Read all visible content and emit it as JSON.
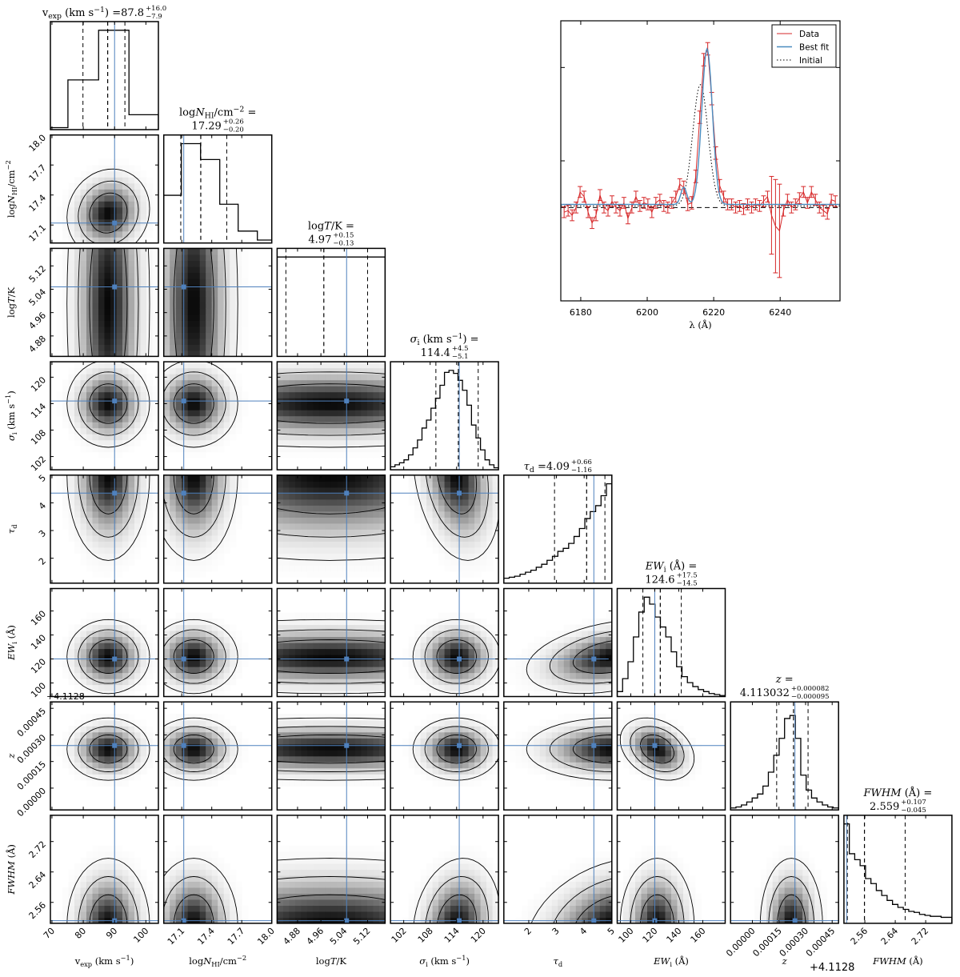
{
  "chart_data": {
    "type": "corner",
    "offset_label": "+4.1128",
    "parameters": [
      {
        "key": "v_exp",
        "label": [
          [
            "v",
            ""
          ],
          [
            "exp",
            "sub"
          ],
          [
            " (km s",
            ""
          ],
          [
            "−1",
            "sup"
          ],
          [
            ")",
            ""
          ]
        ],
        "range": [
          69.5,
          104
        ],
        "ticks": [
          70,
          80,
          90,
          100
        ],
        "tick_labels": [
          "70",
          "80",
          "90",
          "100"
        ],
        "truth": 90,
        "title": {
          "value": "87.8",
          "plus": "+16.0",
          "minus": "−7.9",
          "two_line": false
        },
        "quantiles": [
          79.9,
          87.8,
          93.3
        ],
        "hist": {
          "edges": [
            69.5,
            75.1,
            84.9,
            94.6,
            104
          ],
          "counts": [
            0.02,
            0.5,
            1.0,
            0.15
          ]
        },
        "density": {
          "mean": 88,
          "sd": 6
        }
      },
      {
        "key": "logN_HI",
        "label": [
          [
            "log",
            ""
          ],
          [
            "N",
            "i"
          ],
          [
            "HI",
            "sub"
          ],
          [
            "/cm",
            ""
          ],
          [
            "−2",
            "sup"
          ]
        ],
        "range": [
          16.92,
          18.0
        ],
        "ticks": [
          17.1,
          17.4,
          17.7,
          18.0
        ],
        "tick_labels": [
          "17.1",
          "17.4",
          "17.7",
          "18.0"
        ],
        "truth": 17.12,
        "title": {
          "value": "17.29",
          "plus": "+0.26",
          "minus": "−0.20",
          "two_line": true
        },
        "quantiles": [
          17.09,
          17.29,
          17.55
        ],
        "hist": {
          "edges": [
            16.92,
            17.096,
            17.288,
            17.48,
            17.664,
            17.856,
            18.0
          ],
          "counts": [
            0.48,
            1.0,
            0.84,
            0.39,
            0.12,
            0.03
          ]
        },
        "density": {
          "mean": 17.22,
          "sd": 0.2
        }
      },
      {
        "key": "logT",
        "label": [
          [
            "log",
            ""
          ],
          [
            "T",
            "i"
          ],
          [
            "/K",
            ""
          ]
        ],
        "range": [
          4.81,
          5.18
        ],
        "ticks": [
          4.88,
          4.96,
          5.04,
          5.12
        ],
        "tick_labels": [
          "4.88",
          "4.96",
          "5.04",
          "5.12"
        ],
        "truth": 5.048,
        "title": {
          "value": "4.97",
          "plus": "+0.15",
          "minus": "−0.13",
          "two_line": true
        },
        "quantiles": [
          4.84,
          4.97,
          5.12
        ],
        "hist": {
          "edges": [
            4.81,
            5.18
          ],
          "counts": [
            1.0
          ]
        },
        "density": {
          "mean": 4.99,
          "sd": 0.35
        }
      },
      {
        "key": "sigma_i",
        "label": [
          [
            "σ",
            "i"
          ],
          [
            "i",
            "sub"
          ],
          [
            " (km s",
            ""
          ],
          [
            "−1",
            "sup"
          ],
          [
            ")",
            ""
          ]
        ],
        "range": [
          99,
          123.5
        ],
        "ticks": [
          102,
          108,
          114,
          120
        ],
        "tick_labels": [
          "102",
          "108",
          "114",
          "120"
        ],
        "truth": 114.6,
        "title": {
          "value": "114.4",
          "plus": "+4.5",
          "minus": "−5.1",
          "two_line": true
        },
        "quantiles": [
          109.3,
          114.4,
          118.9
        ],
        "hist": {
          "counts": [
            0.03,
            0.05,
            0.07,
            0.1,
            0.15,
            0.22,
            0.3,
            0.42,
            0.5,
            0.62,
            0.72,
            0.85,
            0.98,
            1.0,
            0.97,
            0.9,
            0.8,
            0.65,
            0.45,
            0.32,
            0.2,
            0.1,
            0.05,
            0.02
          ]
        },
        "density": {
          "mean": 114,
          "sd": 4.5
        }
      },
      {
        "key": "tau_d",
        "label": [
          [
            "τ",
            "i"
          ],
          [
            "d",
            "sub"
          ]
        ],
        "range": [
          1.1,
          5.0
        ],
        "ticks": [
          2,
          3,
          4,
          5
        ],
        "tick_labels": [
          "2",
          "3",
          "4",
          "5"
        ],
        "truth": 4.35,
        "title": {
          "value": "4.09",
          "plus": "+0.66",
          "minus": "−1.16",
          "two_line": false
        },
        "quantiles": [
          2.93,
          4.09,
          4.75
        ],
        "hist": {
          "counts": [
            0.05,
            0.06,
            0.07,
            0.09,
            0.11,
            0.13,
            0.16,
            0.19,
            0.23,
            0.27,
            0.32,
            0.35,
            0.4,
            0.47,
            0.55,
            0.65,
            0.72,
            0.78,
            0.88,
            1.0
          ]
        },
        "density": {
          "mean": 5.0,
          "sd": 1.4
        }
      },
      {
        "key": "EW_i",
        "label": [
          [
            "EW",
            "i"
          ],
          [
            "i",
            "sub"
          ],
          [
            " (Å)",
            ""
          ]
        ],
        "range": [
          88.7,
          178.7
        ],
        "ticks": [
          100,
          120,
          140,
          160
        ],
        "tick_labels": [
          "100",
          "120",
          "140",
          "160"
        ],
        "truth": 120,
        "title": {
          "value": "124.6",
          "plus": "+17.5",
          "minus": "−14.5",
          "two_line": true
        },
        "quantiles": [
          110.1,
          124.6,
          142.1
        ],
        "hist": {
          "counts": [
            0.05,
            0.18,
            0.35,
            0.6,
            0.85,
            1.0,
            0.93,
            0.8,
            0.7,
            0.6,
            0.45,
            0.3,
            0.2,
            0.14,
            0.1,
            0.07,
            0.05,
            0.03,
            0.02,
            0.01
          ]
        },
        "density": {
          "mean": 122,
          "sd": 14
        }
      },
      {
        "key": "z",
        "label": [
          [
            "z",
            "i"
          ]
        ],
        "range": [
          -0.000123,
          0.000486
        ],
        "ticks": [
          0.0,
          0.00015,
          0.0003,
          0.00045
        ],
        "tick_labels": [
          "0.00000",
          "0.00015",
          "0.00030",
          "0.00045"
        ],
        "truth": 0.00024,
        "title": {
          "value": "4.113032",
          "plus": "+0.000082",
          "minus": "−0.000095",
          "two_line": true
        },
        "quantiles": [
          0.000137,
          0.000232,
          0.000314
        ],
        "hist": {
          "counts": [
            0.02,
            0.03,
            0.05,
            0.08,
            0.12,
            0.16,
            0.24,
            0.38,
            0.55,
            0.72,
            0.92,
            0.95,
            0.72,
            0.35,
            0.2,
            0.12,
            0.08,
            0.05,
            0.03,
            0.02
          ]
        },
        "density": {
          "mean": 0.00022,
          "sd": 8e-05
        }
      },
      {
        "key": "FWHM",
        "label": [
          [
            "FWHM",
            "i"
          ],
          [
            " (Å)",
            ""
          ]
        ],
        "range": [
          2.505,
          2.789
        ],
        "ticks": [
          2.56,
          2.64,
          2.72
        ],
        "tick_labels": [
          "2.56",
          "2.64",
          "2.72"
        ],
        "truth": 2.512,
        "title": {
          "value": "2.559",
          "plus": "+0.107",
          "minus": "−0.045",
          "two_line": true
        },
        "quantiles": [
          2.514,
          2.559,
          2.666
        ],
        "hist": {
          "counts": [
            1.0,
            0.7,
            0.64,
            0.58,
            0.45,
            0.4,
            0.33,
            0.28,
            0.23,
            0.19,
            0.16,
            0.14,
            0.12,
            0.11,
            0.09,
            0.08,
            0.07,
            0.07,
            0.06,
            0.06
          ]
        },
        "density": {
          "mean": 2.5,
          "sd": 0.08
        }
      }
    ],
    "correlations": [
      [
        4,
        3,
        -0.25
      ],
      [
        5,
        4,
        0.35
      ],
      [
        6,
        5,
        -0.3
      ],
      [
        7,
        4,
        0.3
      ],
      [
        7,
        3,
        0.15
      ],
      [
        1,
        0,
        0.1
      ]
    ],
    "colors": {
      "truth": "#4f81bd",
      "data": "#d62728",
      "fit": "#4a8cbf",
      "ink": "#000000"
    },
    "spectrum": {
      "xlabel": "λ (Å)",
      "xlim": [
        6174,
        6258
      ],
      "ylim": [
        -0.6,
        1.2
      ],
      "xticks": [
        6180,
        6200,
        6220,
        6240
      ],
      "xtick_labels": [
        "6180",
        "6200",
        "6220",
        "6240"
      ],
      "yticks": [
        0.3,
        0.9
      ],
      "continuum_level": 0,
      "legend": [
        "Data",
        "Best fit",
        "Initial"
      ],
      "data": {
        "wavelength": [
          6175,
          6176.2,
          6177.4,
          6178.6,
          6179.8,
          6181,
          6182.2,
          6183.4,
          6184.6,
          6185.8,
          6187,
          6188.2,
          6189.4,
          6190.6,
          6191.8,
          6193,
          6194.2,
          6195.4,
          6196.6,
          6197.8,
          6199,
          6200.2,
          6201.4,
          6202.6,
          6203.8,
          6205,
          6206.2,
          6207.4,
          6208.6,
          6209.8,
          6211,
          6212.2,
          6213.4,
          6214.6,
          6215.8,
          6217,
          6218.2,
          6219.4,
          6220.6,
          6221.8,
          6223,
          6224.2,
          6225.4,
          6226.6,
          6227.8,
          6229,
          6230.2,
          6231.4,
          6232.6,
          6233.8,
          6235,
          6236.2,
          6237.4,
          6238.6,
          6239.8,
          6241,
          6242.2,
          6243.4,
          6244.6,
          6245.8,
          6247,
          6248.2,
          6249.4,
          6250.6,
          6251.8,
          6253,
          6254.2,
          6255.4,
          6256.6
        ],
        "flux": [
          -0.03,
          -0.02,
          -0.05,
          0.0,
          0.1,
          0.07,
          -0.03,
          -0.1,
          -0.05,
          0.08,
          0.0,
          -0.02,
          0.04,
          0.0,
          -0.02,
          0.03,
          -0.07,
          0.0,
          0.07,
          0.01,
          0.03,
          0.02,
          -0.03,
          0.03,
          0.05,
          0.01,
          0.0,
          0.03,
          0.07,
          0.15,
          0.13,
          0.02,
          0.03,
          0.2,
          0.58,
          0.95,
          1.02,
          0.7,
          0.35,
          0.14,
          0.07,
          0.02,
          0.02,
          0.0,
          0.01,
          -0.01,
          0.02,
          0.0,
          0.02,
          0.01,
          0.04,
          0.07,
          -0.05,
          -0.12,
          -0.15,
          -0.02,
          0.05,
          0.0,
          0.02,
          0.06,
          0.1,
          0.03,
          0.1,
          0.05,
          0.0,
          -0.02,
          -0.04,
          0.05,
          0.04
        ],
        "error": [
          0.035,
          0.035,
          0.035,
          0.035,
          0.035,
          0.035,
          0.035,
          0.035,
          0.035,
          0.035,
          0.035,
          0.035,
          0.035,
          0.035,
          0.035,
          0.035,
          0.035,
          0.035,
          0.035,
          0.035,
          0.035,
          0.035,
          0.035,
          0.035,
          0.035,
          0.035,
          0.035,
          0.035,
          0.035,
          0.035,
          0.04,
          0.04,
          0.04,
          0.04,
          0.04,
          0.04,
          0.04,
          0.04,
          0.04,
          0.04,
          0.035,
          0.035,
          0.035,
          0.035,
          0.035,
          0.035,
          0.035,
          0.035,
          0.035,
          0.035,
          0.035,
          0.035,
          0.25,
          0.3,
          0.3,
          0.035,
          0.035,
          0.035,
          0.035,
          0.035,
          0.035,
          0.035,
          0.035,
          0.035,
          0.035,
          0.035,
          0.035,
          0.035,
          0.035
        ]
      },
      "best_fit": {
        "continuum": 0.02,
        "components": [
          {
            "center": 6218,
            "amp": 1.0,
            "sigma": 1.6
          },
          {
            "center": 6211,
            "amp": 0.11,
            "sigma": 0.9
          }
        ]
      },
      "initial": {
        "continuum": 0.01,
        "components": [
          {
            "center": 6216,
            "amp": 0.78,
            "sigma": 2.3
          }
        ]
      }
    }
  }
}
